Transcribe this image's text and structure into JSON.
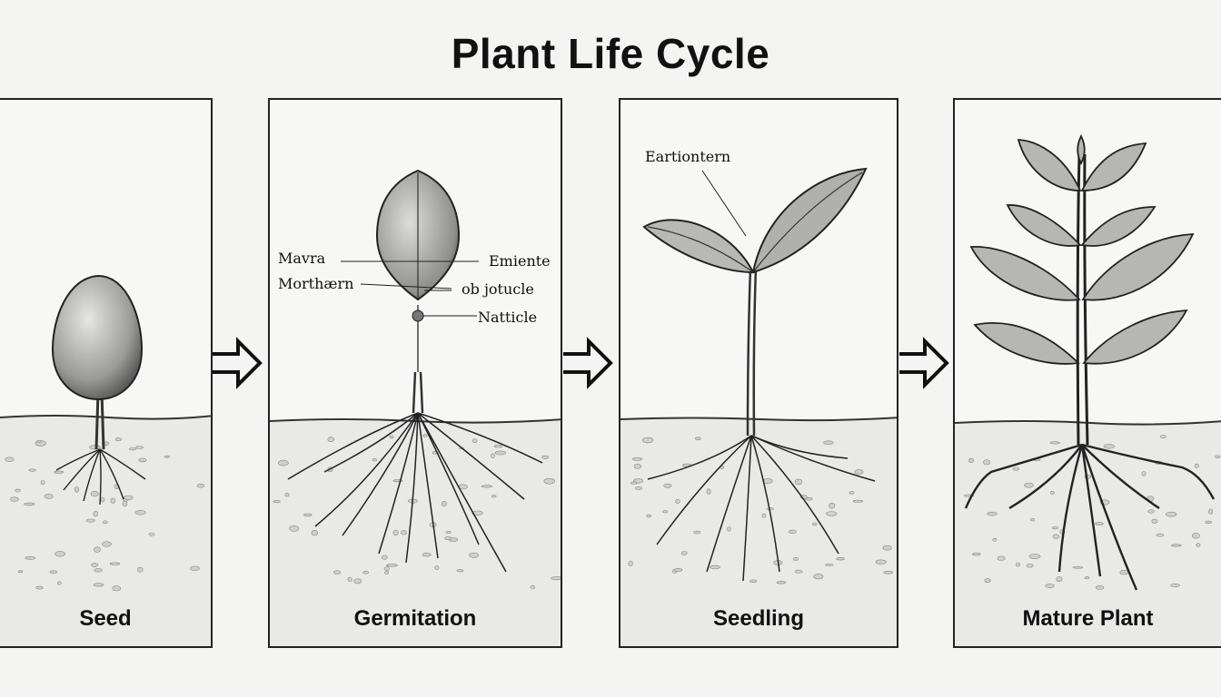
{
  "title": "Plant Life Cycle",
  "stages": [
    {
      "label": "Seed"
    },
    {
      "label": "Germitation"
    },
    {
      "label": "Seedling"
    },
    {
      "label": "Mature Plant"
    }
  ],
  "germination_callouts": {
    "left_top": "Mavra",
    "left_bottom": "Morthærn",
    "right_top": "Emiente",
    "right_middle": "ob jotucle",
    "right_bottom": "Natticle"
  },
  "seedling_callouts": {
    "top": "Eartiontern"
  }
}
